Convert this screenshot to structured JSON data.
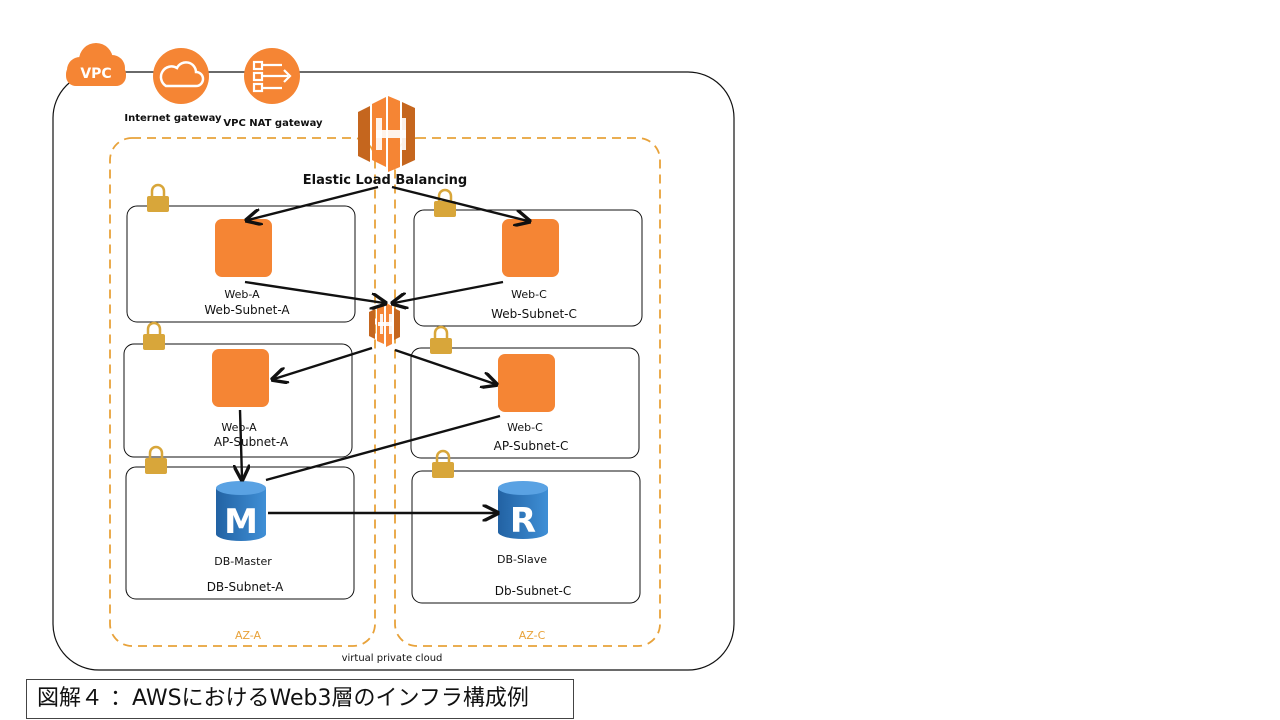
{
  "vpc": {
    "badge": "VPC",
    "footer": "virtual private cloud",
    "internet_gateway": "Internet gateway",
    "nat_gateway": "VPC NAT gateway",
    "icon": "cloud-icon"
  },
  "elb": {
    "label": "Elastic Load Balancing",
    "icon": "load-balancer-icon"
  },
  "az": {
    "a": "AZ-A",
    "c": "AZ-C"
  },
  "subnets": {
    "web_a": {
      "name": "Web-Subnet-A",
      "instance": "Web-A"
    },
    "web_c": {
      "name": "Web-Subnet-C",
      "instance": "Web-C"
    },
    "ap_a": {
      "name": "AP-Subnet-A",
      "instance": "Web-A"
    },
    "ap_c": {
      "name": "AP-Subnet-C",
      "instance": "Web-C"
    },
    "db_a": {
      "name": "DB-Subnet-A",
      "instance": "DB-Master",
      "badge": "M"
    },
    "db_c": {
      "name": "Db-Subnet-C",
      "instance": "DB-Slave",
      "badge": "R"
    }
  },
  "colors": {
    "aws_orange": "#f58534",
    "az_border": "#e8a23a",
    "lock": "#d8a63a",
    "db_blue": "#2a72b9"
  },
  "caption": "図解４ ：AWSにおけるWeb3層のインフラ構成例"
}
